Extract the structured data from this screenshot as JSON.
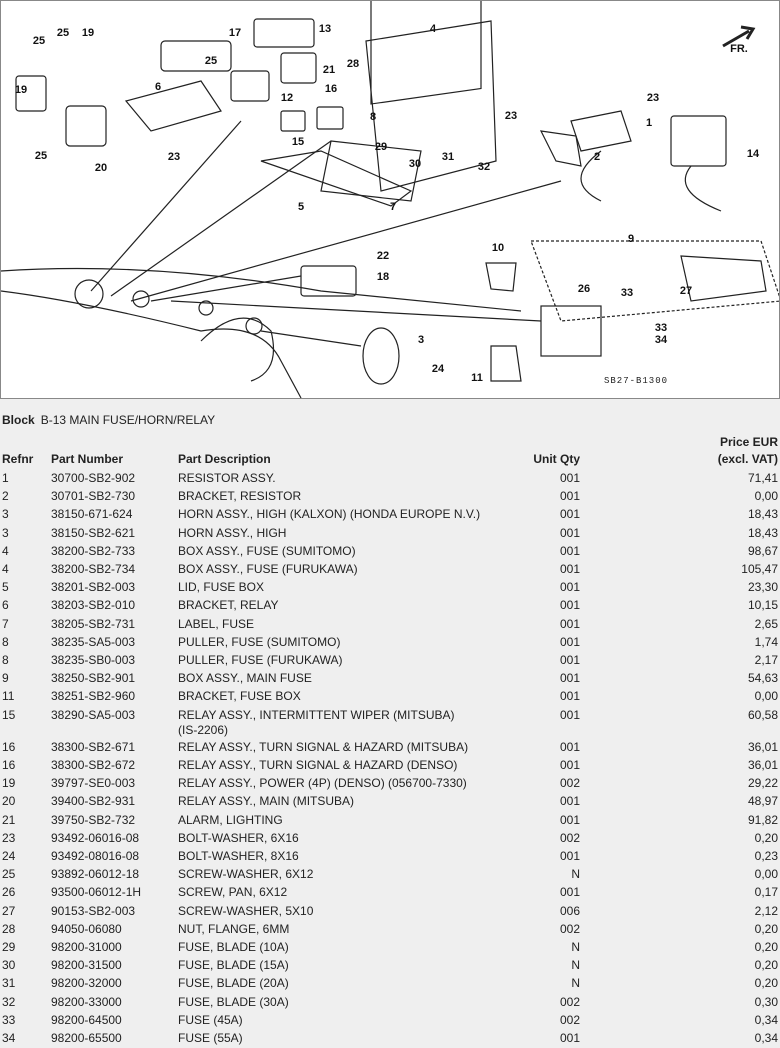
{
  "diagram": {
    "direction_label": "FR.",
    "drawing_code": "SB27-B1300",
    "callouts": [
      "25",
      "25",
      "19",
      "17",
      "13",
      "4",
      "28",
      "21",
      "25",
      "6",
      "12",
      "16",
      "19",
      "15",
      "8",
      "23",
      "23",
      "1",
      "29",
      "30",
      "31",
      "32",
      "2",
      "14",
      "25",
      "20",
      "23",
      "5",
      "7",
      "9",
      "10",
      "22",
      "18",
      "26",
      "33",
      "27",
      "33",
      "34",
      "3",
      "24",
      "11"
    ]
  },
  "block": {
    "label": "Block",
    "name": "B-13 MAIN FUSE/HORN/RELAY"
  },
  "table": {
    "headers": {
      "refnr": "Refnr",
      "part_number": "Part Number",
      "description": "Part Description",
      "qty": "Unit Qty",
      "price_1": "Price EUR",
      "price_2": "(excl. VAT)"
    },
    "rows": [
      [
        "1",
        "30700-SB2-902",
        "RESISTOR ASSY.",
        "001",
        "71,41"
      ],
      [
        "2",
        "30701-SB2-730",
        "BRACKET, RESISTOR",
        "001",
        "0,00"
      ],
      [
        "3",
        "38150-671-624",
        "HORN ASSY., HIGH (KALXON) (HONDA EUROPE N.V.)",
        "001",
        "18,43"
      ],
      [
        "3",
        "38150-SB2-621",
        "HORN ASSY., HIGH",
        "001",
        "18,43"
      ],
      [
        "4",
        "38200-SB2-733",
        "BOX ASSY., FUSE (SUMITOMO)",
        "001",
        "98,67"
      ],
      [
        "4",
        "38200-SB2-734",
        "BOX ASSY., FUSE (FURUKAWA)",
        "001",
        "105,47"
      ],
      [
        "5",
        "38201-SB2-003",
        "LID, FUSE BOX",
        "001",
        "23,30"
      ],
      [
        "6",
        "38203-SB2-010",
        "BRACKET, RELAY",
        "001",
        "10,15"
      ],
      [
        "7",
        "38205-SB2-731",
        "LABEL, FUSE",
        "001",
        "2,65"
      ],
      [
        "8",
        "38235-SA5-003",
        "PULLER, FUSE (SUMITOMO)",
        "001",
        "1,74"
      ],
      [
        "8",
        "38235-SB0-003",
        "PULLER, FUSE (FURUKAWA)",
        "001",
        "2,17"
      ],
      [
        "9",
        "38250-SB2-901",
        "BOX ASSY., MAIN FUSE",
        "001",
        "54,63"
      ],
      [
        "11",
        "38251-SB2-960",
        "BRACKET, FUSE BOX",
        "001",
        "0,00"
      ],
      [
        "15",
        "38290-SA5-003",
        "RELAY ASSY., INTERMITTENT WIPER (MITSUBA)",
        "001",
        "60,58",
        "(IS-2206)"
      ],
      [
        "16",
        "38300-SB2-671",
        "RELAY ASSY., TURN SIGNAL & HAZARD (MITSUBA)",
        "001",
        "36,01"
      ],
      [
        "16",
        "38300-SB2-672",
        "RELAY ASSY., TURN SIGNAL & HAZARD (DENSO)",
        "001",
        "36,01"
      ],
      [
        "19",
        "39797-SE0-003",
        "RELAY ASSY., POWER (4P) (DENSO) (056700-7330)",
        "002",
        "29,22"
      ],
      [
        "20",
        "39400-SB2-931",
        "RELAY ASSY., MAIN (MITSUBA)",
        "001",
        "48,97"
      ],
      [
        "21",
        "39750-SB2-732",
        "ALARM, LIGHTING",
        "001",
        "91,82"
      ],
      [
        "23",
        "93492-06016-08",
        "BOLT-WASHER, 6X16",
        "002",
        "0,20"
      ],
      [
        "24",
        "93492-08016-08",
        "BOLT-WASHER, 8X16",
        "001",
        "0,23"
      ],
      [
        "25",
        "93892-06012-18",
        "SCREW-WASHER, 6X12",
        "N",
        "0,00"
      ],
      [
        "26",
        "93500-06012-1H",
        "SCREW, PAN, 6X12",
        "001",
        "0,17"
      ],
      [
        "27",
        "90153-SB2-003",
        "SCREW-WASHER, 5X10",
        "006",
        "2,12"
      ],
      [
        "28",
        "94050-06080",
        "NUT, FLANGE, 6MM",
        "002",
        "0,20"
      ],
      [
        "29",
        "98200-31000",
        "FUSE, BLADE (10A)",
        "N",
        "0,20"
      ],
      [
        "30",
        "98200-31500",
        "FUSE, BLADE (15A)",
        "N",
        "0,20"
      ],
      [
        "31",
        "98200-32000",
        "FUSE, BLADE (20A)",
        "N",
        "0,20"
      ],
      [
        "32",
        "98200-33000",
        "FUSE, BLADE (30A)",
        "002",
        "0,30"
      ],
      [
        "33",
        "98200-64500",
        "FUSE (45A)",
        "002",
        "0,34"
      ],
      [
        "34",
        "98200-65500",
        "FUSE (55A)",
        "001",
        "0,34"
      ]
    ]
  }
}
